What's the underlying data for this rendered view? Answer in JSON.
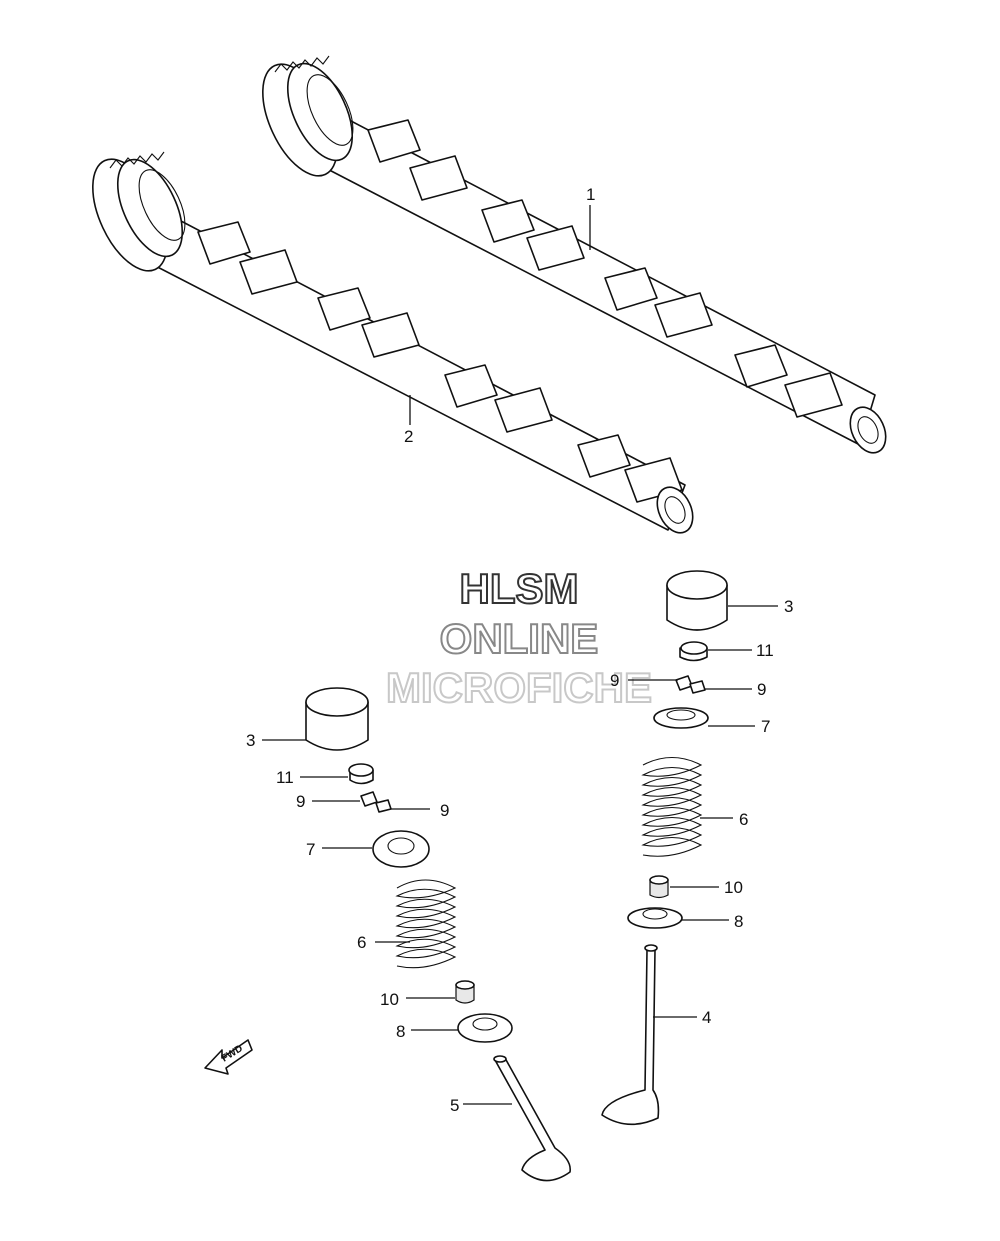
{
  "diagram": {
    "watermark": {
      "line1": "HLSM",
      "line2": "ONLINE",
      "line3": "MICROFICHE"
    },
    "fwd_label": "FWD",
    "callouts": [
      {
        "id": "1",
        "label": "1",
        "part": "camshaft-upper"
      },
      {
        "id": "2",
        "label": "2",
        "part": "camshaft-lower"
      },
      {
        "id": "3r",
        "label": "3",
        "part": "tappet-right"
      },
      {
        "id": "11r",
        "label": "11",
        "part": "shim-right"
      },
      {
        "id": "9r1",
        "label": "9",
        "part": "cotter-right-a"
      },
      {
        "id": "9r2",
        "label": "9",
        "part": "cotter-right-b"
      },
      {
        "id": "7r",
        "label": "7",
        "part": "retainer-right"
      },
      {
        "id": "6r",
        "label": "6",
        "part": "spring-right"
      },
      {
        "id": "10r",
        "label": "10",
        "part": "stem-seal-right"
      },
      {
        "id": "8r",
        "label": "8",
        "part": "spring-seat-right"
      },
      {
        "id": "4",
        "label": "4",
        "part": "valve-right"
      },
      {
        "id": "3l",
        "label": "3",
        "part": "tappet-left"
      },
      {
        "id": "11l",
        "label": "11",
        "part": "shim-left"
      },
      {
        "id": "9l1",
        "label": "9",
        "part": "cotter-left-a"
      },
      {
        "id": "9l2",
        "label": "9",
        "part": "cotter-left-b"
      },
      {
        "id": "7l",
        "label": "7",
        "part": "retainer-left"
      },
      {
        "id": "6l",
        "label": "6",
        "part": "spring-left"
      },
      {
        "id": "10l",
        "label": "10",
        "part": "stem-seal-left"
      },
      {
        "id": "8l",
        "label": "8",
        "part": "spring-seat-left"
      },
      {
        "id": "5",
        "label": "5",
        "part": "valve-left"
      }
    ]
  }
}
